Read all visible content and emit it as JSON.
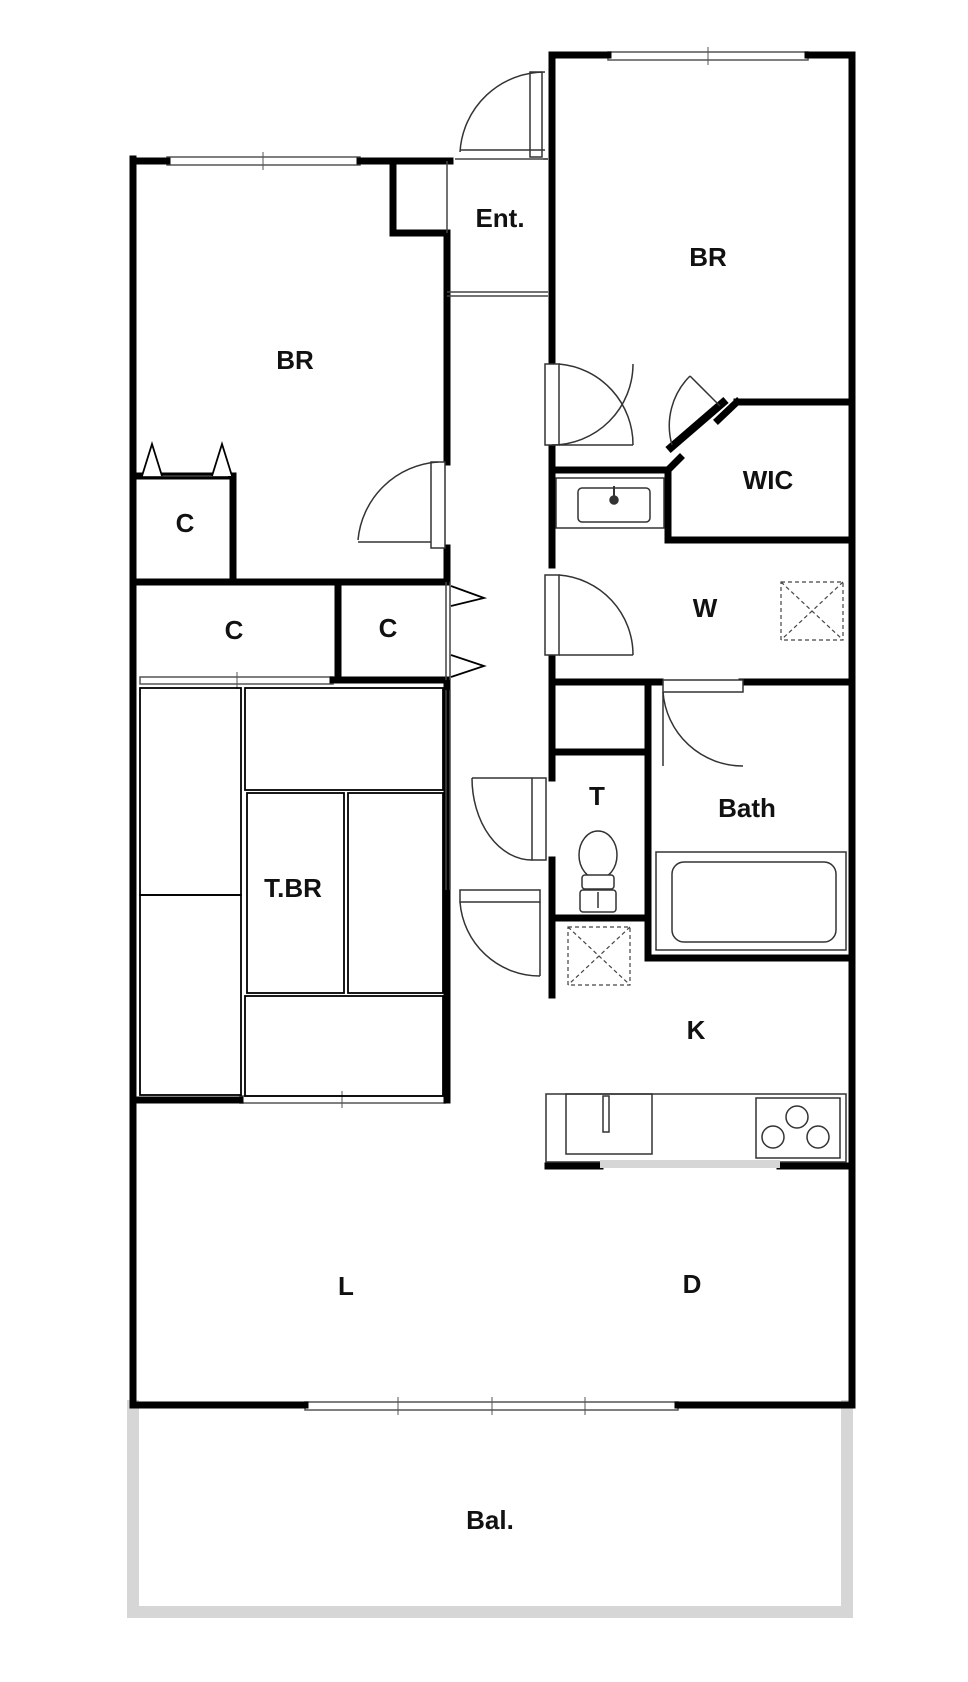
{
  "rooms": {
    "br_left": "BR",
    "br_right": "BR",
    "entrance": "Ent.",
    "walk_in_closet": "WIC",
    "closet_1": "C",
    "closet_2": "C",
    "closet_3": "C",
    "washroom": "W",
    "tatami_bedroom": "T.BR",
    "toilet": "T",
    "bath": "Bath",
    "kitchen": "K",
    "living": "L",
    "dining": "D",
    "balcony": "Bal."
  },
  "colors": {
    "wall": "#000000",
    "line": "#333333",
    "balcony_rail": "#d6d6d6",
    "background": "#ffffff"
  }
}
